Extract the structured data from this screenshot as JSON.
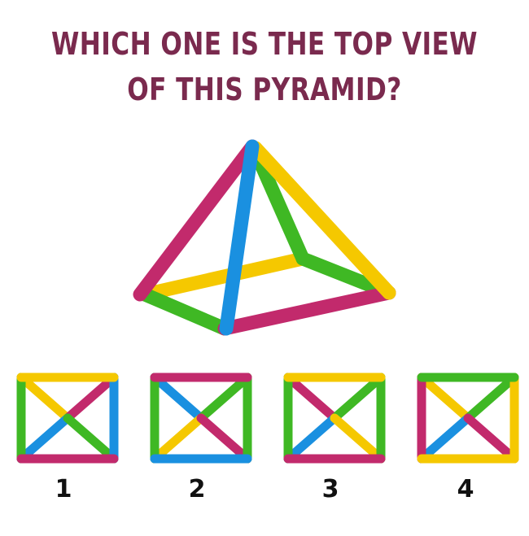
{
  "title": {
    "line1": "WHICH ONE IS THE TOP VIEW",
    "line2": "OF THIS PYRAMID?"
  },
  "colors": {
    "title": "#7a2a4e",
    "magenta": "#c22a6c",
    "blue": "#1a90e0",
    "green": "#3fb824",
    "yellow": "#f5c800"
  },
  "options": [
    {
      "label": "1",
      "top": "yellow",
      "right": "blue",
      "bottom": "magenta",
      "left": "green",
      "diag_tl": "yellow",
      "diag_tr": "magenta",
      "diag_bl": "blue",
      "diag_br": "green"
    },
    {
      "label": "2",
      "top": "magenta",
      "right": "green",
      "bottom": "blue",
      "left": "green",
      "diag_tl": "blue",
      "diag_tr": "green",
      "diag_bl": "yellow",
      "diag_br": "magenta"
    },
    {
      "label": "3",
      "top": "yellow",
      "right": "green",
      "bottom": "magenta",
      "left": "green",
      "diag_tl": "magenta",
      "diag_tr": "green",
      "diag_bl": "blue",
      "diag_br": "yellow"
    },
    {
      "label": "4",
      "top": "green",
      "right": "yellow",
      "bottom": "yellow",
      "left": "magenta",
      "diag_tl": "yellow",
      "diag_tr": "green",
      "diag_bl": "blue",
      "diag_br": "magenta"
    }
  ]
}
